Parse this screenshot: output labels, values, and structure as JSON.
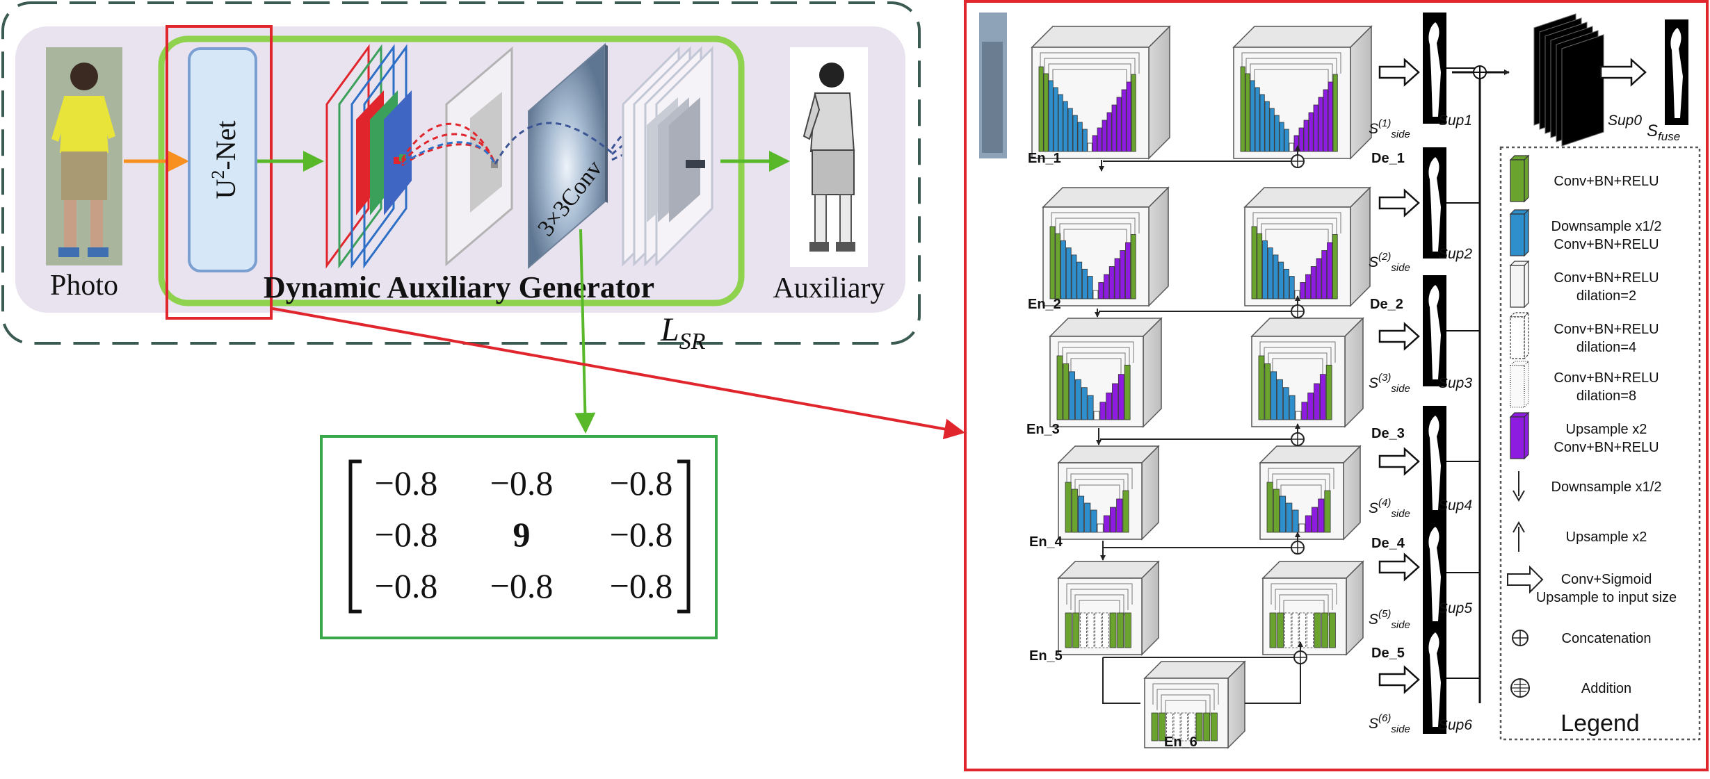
{
  "left_panel": {
    "photo_label": "Photo",
    "unet_label_base": "U",
    "unet_label_sup": "2",
    "unet_label_rest": "-Net",
    "conv_label": "3×3Conv",
    "generator_label": "Dynamic Auxiliary Generator",
    "auxiliary_label": "Auxiliary",
    "loss_label_main": "L",
    "loss_label_sub": "SR"
  },
  "kernel_matrix": [
    [
      "−0.8",
      "−0.8",
      "−0.8"
    ],
    [
      "−0.8",
      "9",
      "−0.8"
    ],
    [
      "−0.8",
      "−0.8",
      "−0.8"
    ]
  ],
  "u2net": {
    "encoders": [
      "En_1",
      "En_2",
      "En_3",
      "En_4",
      "En_5",
      "En_6"
    ],
    "decoders": [
      "De_1",
      "De_2",
      "De_3",
      "De_4",
      "De_5"
    ],
    "side_outputs": [
      {
        "s_base": "S",
        "s_sup": "(1)",
        "s_sub": "side",
        "sup": "Sup1"
      },
      {
        "s_base": "S",
        "s_sup": "(2)",
        "s_sub": "side",
        "sup": "Sup2"
      },
      {
        "s_base": "S",
        "s_sup": "(3)",
        "s_sub": "side",
        "sup": "Sup3"
      },
      {
        "s_base": "S",
        "s_sup": "(4)",
        "s_sub": "side",
        "sup": "Sup4"
      },
      {
        "s_base": "S",
        "s_sup": "(5)",
        "s_sub": "side",
        "sup": "Sup5"
      },
      {
        "s_base": "S",
        "s_sup": "(6)",
        "s_sub": "side",
        "sup": "Sup6"
      }
    ],
    "fuse_sup": "Sup0",
    "fuse_s_base": "S",
    "fuse_s_sub": "fuse"
  },
  "legend": {
    "title": "Legend",
    "items": [
      {
        "icon": "green-block-icon",
        "lines": [
          "Conv+BN+RELU"
        ]
      },
      {
        "icon": "blue-block-icon",
        "lines": [
          "Downsample x1/2",
          "Conv+BN+RELU"
        ]
      },
      {
        "icon": "white-block-icon",
        "lines": [
          "Conv+BN+RELU",
          "dilation=2"
        ]
      },
      {
        "icon": "dotted-block-icon",
        "lines": [
          "Conv+BN+RELU",
          "dilation=4"
        ]
      },
      {
        "icon": "light-dotted-block-icon",
        "lines": [
          "Conv+BN+RELU",
          "dilation=8"
        ]
      },
      {
        "icon": "purple-block-icon",
        "lines": [
          "Upsample x2",
          "Conv+BN+RELU"
        ]
      },
      {
        "icon": "down-arrow-icon",
        "lines": [
          "Downsample x1/2"
        ]
      },
      {
        "icon": "up-arrow-icon",
        "lines": [
          "Upsample x2"
        ]
      },
      {
        "icon": "hollow-arrow-icon",
        "lines": [
          "Conv+Sigmoid",
          "Upsample to input size"
        ]
      },
      {
        "icon": "concatenation-icon",
        "lines": [
          "Concatenation"
        ]
      },
      {
        "icon": "addition-icon",
        "lines": [
          "Addition"
        ]
      }
    ]
  },
  "colors": {
    "green": "#6aa42f",
    "blue": "#2f8fcc",
    "purple": "#8e1be0",
    "red_frame": "#e0262c",
    "green_frame": "#8ed24d",
    "dashed_frame": "#3a5a52",
    "panel_bg": "#e9e3ef",
    "unet_box": "#d6e8f8",
    "unet_border": "#7a9fd0",
    "arrow_orange": "#f7901e",
    "arrow_green": "#58b82a"
  }
}
